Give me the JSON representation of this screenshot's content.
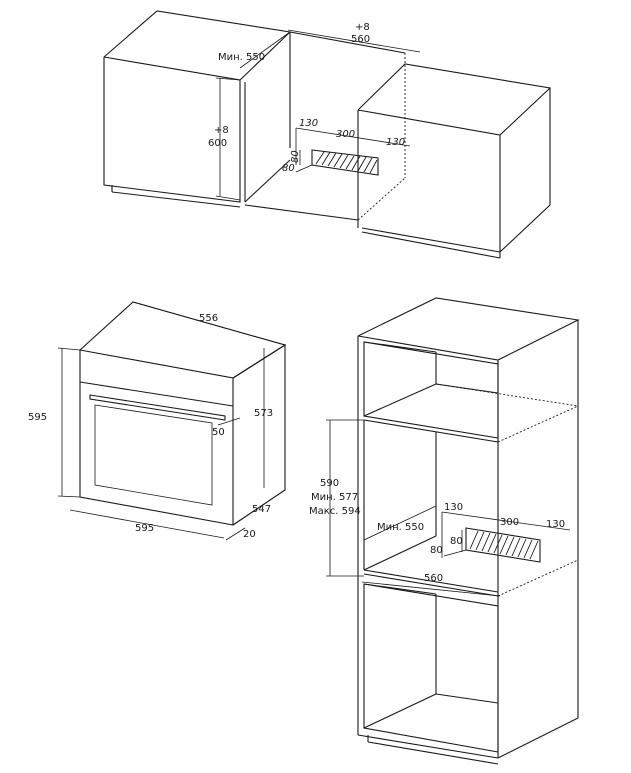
{
  "diagram": {
    "top_niche": {
      "plus": "+8",
      "width": "560",
      "min_depth": "Мин. 550",
      "height_plus": "+8",
      "height": "600",
      "vent_left": "130",
      "vent_width": "300",
      "vent_right": "130",
      "vent_height": "80",
      "vent_depth": "80"
    },
    "oven": {
      "depth_top": "556",
      "height": "595",
      "height_body": "573",
      "door_offset": "50",
      "depth_body": "547",
      "width": "595",
      "door_thickness": "20"
    },
    "column_niche": {
      "height": "590",
      "height_min": "Мин. 577",
      "height_max": "Макс. 594",
      "min_depth": "Мин. 550",
      "width": "560",
      "vent_left": "130",
      "vent_width": "300",
      "vent_right": "130",
      "vent_height": "80",
      "vent_depth": "80"
    }
  }
}
